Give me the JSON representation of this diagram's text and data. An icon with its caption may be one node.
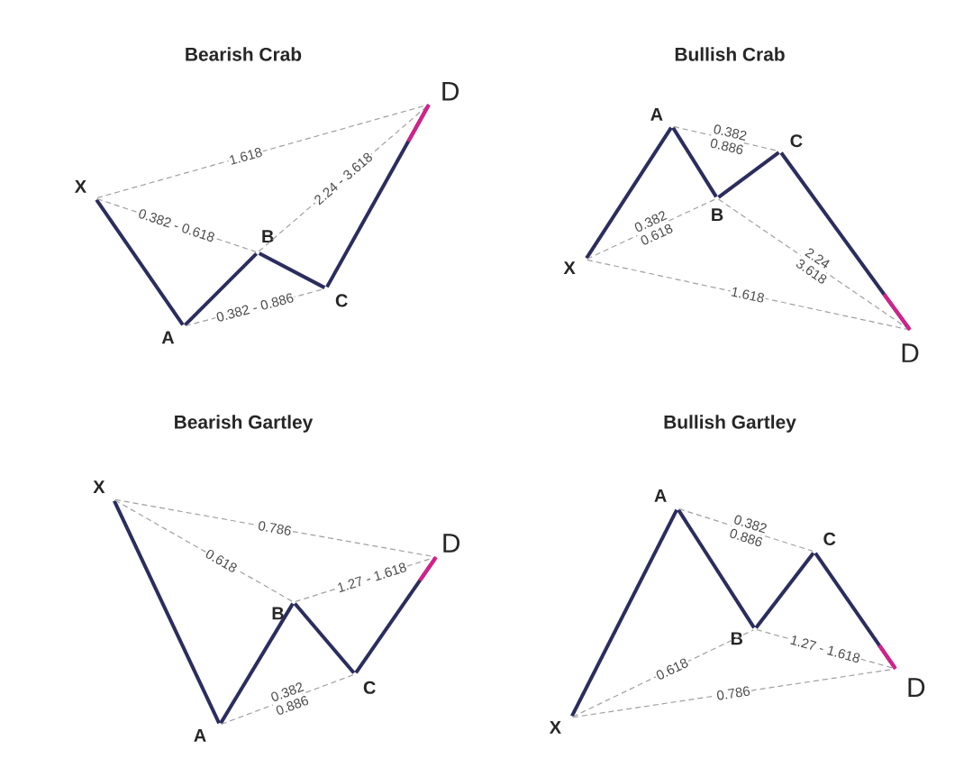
{
  "diagram": {
    "nodes": [
      {
        "text": [
          "X"
        ]
      },
      {
        "text": [
          "A"
        ]
      },
      {
        "text": [
          "B"
        ]
      },
      {
        "text": [
          "C"
        ]
      },
      {
        "text": [
          "D"
        ]
      },
      {
        "text": [
          "X"
        ]
      },
      {
        "text": [
          "A"
        ]
      },
      {
        "text": [
          "B"
        ]
      },
      {
        "text": [
          "C"
        ]
      },
      {
        "text": [
          "D"
        ]
      },
      {
        "text": [
          "X"
        ]
      },
      {
        "text": [
          "A"
        ]
      },
      {
        "text": [
          "B"
        ]
      },
      {
        "text": [
          "C"
        ]
      },
      {
        "text": [
          "D"
        ]
      },
      {
        "text": [
          "X"
        ]
      },
      {
        "text": [
          "A"
        ]
      },
      {
        "text": [
          "B"
        ]
      },
      {
        "text": [
          "C"
        ]
      },
      {
        "text": [
          "D"
        ]
      }
    ],
    "edges": [
      {
        "from": 0,
        "to": 1,
        "arrow": "none"
      },
      {
        "from": 1,
        "to": 2,
        "arrow": "none"
      },
      {
        "from": 2,
        "to": 3,
        "arrow": "none"
      },
      {
        "from": 3,
        "to": 4,
        "arrow": "none"
      },
      {
        "from": 0,
        "to": 4,
        "arrow": "none",
        "label": "1.618",
        "style": "dashed",
        "color": "#a0a0a0"
      },
      {
        "from": 0,
        "to": 2,
        "arrow": "none",
        "label": "0.382 - 0.618",
        "style": "dashed",
        "color": "#a0a0a0"
      },
      {
        "from": 2,
        "to": 4,
        "arrow": "none",
        "label": "2.24 - 3.618",
        "style": "dashed",
        "color": "#a0a0a0"
      },
      {
        "from": 1,
        "to": 3,
        "arrow": "none",
        "label": "0.382 - 0.886",
        "style": "dashed",
        "color": "#a0a0a0"
      },
      {
        "from": 5,
        "to": 6,
        "arrow": "none"
      },
      {
        "from": 6,
        "to": 7,
        "arrow": "none"
      },
      {
        "from": 7,
        "to": 8,
        "arrow": "none"
      },
      {
        "from": 8,
        "to": 9,
        "arrow": "none"
      },
      {
        "from": 6,
        "to": 8,
        "arrow": "none",
        "label": "0.382 0.886",
        "style": "dashed",
        "color": "#a0a0a0"
      },
      {
        "from": 5,
        "to": 7,
        "arrow": "none",
        "label": "0.382 0.618",
        "style": "dashed",
        "color": "#a0a0a0"
      },
      {
        "from": 7,
        "to": 9,
        "arrow": "none",
        "label": "2.24 3.618",
        "style": "dashed",
        "color": "#a0a0a0"
      },
      {
        "from": 5,
        "to": 9,
        "arrow": "none",
        "label": "1.618",
        "style": "dashed",
        "color": "#a0a0a0"
      },
      {
        "from": 10,
        "to": 11,
        "arrow": "none"
      },
      {
        "from": 11,
        "to": 12,
        "arrow": "none"
      },
      {
        "from": 12,
        "to": 13,
        "arrow": "none"
      },
      {
        "from": 13,
        "to": 14,
        "arrow": "none"
      },
      {
        "from": 10,
        "to": 14,
        "arrow": "none",
        "label": "0.786",
        "style": "dashed",
        "color": "#a0a0a0"
      },
      {
        "from": 10,
        "to": 12,
        "arrow": "none",
        "label": "0.618",
        "style": "dashed",
        "color": "#a0a0a0"
      },
      {
        "from": 12,
        "to": 14,
        "arrow": "none",
        "label": "1.27 - 1.618",
        "style": "dashed",
        "color": "#a0a0a0"
      },
      {
        "from": 11,
        "to": 13,
        "arrow": "none",
        "label": "0.382 0.886",
        "style": "dashed",
        "color": "#a0a0a0"
      },
      {
        "from": 15,
        "to": 16,
        "arrow": "none"
      },
      {
        "from": 16,
        "to": 17,
        "arrow": "none"
      },
      {
        "from": 17,
        "to": 18,
        "arrow": "none"
      },
      {
        "from": 18,
        "to": 19,
        "arrow": "none"
      },
      {
        "from": 16,
        "to": 18,
        "arrow": "none",
        "label": "0.382 0.886",
        "style": "dashed",
        "color": "#a0a0a0"
      },
      {
        "from": 15,
        "to": 17,
        "arrow": "none",
        "label": "0.618",
        "style": "dashed",
        "color": "#a0a0a0"
      },
      {
        "from": 17,
        "to": 19,
        "arrow": "none",
        "label": "1.27 - 1.618",
        "style": "dashed",
        "color": "#a0a0a0"
      },
      {
        "from": 15,
        "to": 19,
        "arrow": "none",
        "label": "0.786",
        "style": "dashed",
        "color": "#a0a0a0"
      }
    ],
    "labels": [
      "Bearish Crab",
      "Bullish Crab",
      "Bearish Gartley",
      "Bullish Gartley"
    ]
  }
}
